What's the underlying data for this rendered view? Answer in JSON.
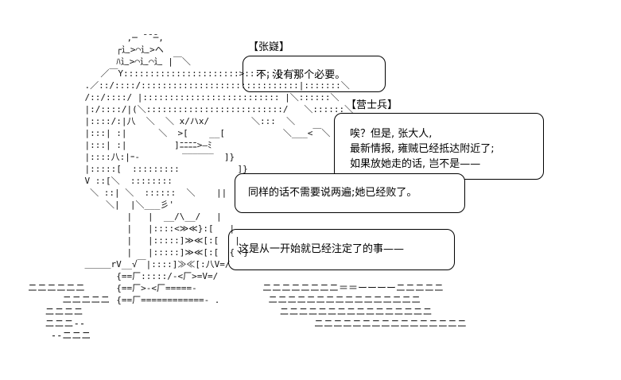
{
  "speakers": {
    "zhang": "【张嶷】",
    "guard": "【营士兵】"
  },
  "bubbles": {
    "zhang_1": "不, 没有那个必要。",
    "guard_1": [
      "唉？但是, 张大人,",
      "最新情报, 雍贼已经抵达附近了;",
      "如果放她走的话, 岂不是——"
    ],
    "zhang_2": "同样的话不需要说两遍;她已经败了。",
    "zhang_3": "这是从一开始就已经注定了的事——"
  },
  "art": {
    "figure": "            ,─ ̄ ̄ ̄─,\n          ┌辶>⌒辶>ヘ\n          ﾊ辶>⌒辶⌒辶 |￣＼\n       ／￣Y::::::::::::::::::::::>::::::|  ＼\n    .／::/::::/::::::::::::::::::::::::::::::|:::::::＼\n    /::/::::/ |:::::::::::::::::::::::::: |＼::::::＼\n    |:/::::/|(＼::::::::::::::::::::::::::/   ＼::::::＼\n    |::::/:|八  ＼  ＼ x/ハx/        ＼:::  ＼\n    |:::| :|      ＼  >[    __[           ＼___<￣＼\n    |:::| :|         ]ﾆﾆﾆﾆ>—ﾐ\n    |::::八:|ｰ-        ‾‾‾‾‾‾  ]}\n    |:::::[  :::::::::           ]}\n    V ::[＼  ::::::::            ||   /\n     ＼ ::| ＼  ::::::  ＼    ||  /\n        ＼|  |＼___彡'\n            |   |  __/\\__/   |\n            |   |::::<≫≪}:[   |\n            |   |:::::]≫≪[:[   |\n            |   |:::::]≫≪[:[  {ヽ}\n    ＿＿＿rV__√￣|::::]≫≪[:八V=/\n          {==厂:::::/-<厂>=V=/\n          {==厂>-<厂=====-\n          {==厂============- ."
  }
}
